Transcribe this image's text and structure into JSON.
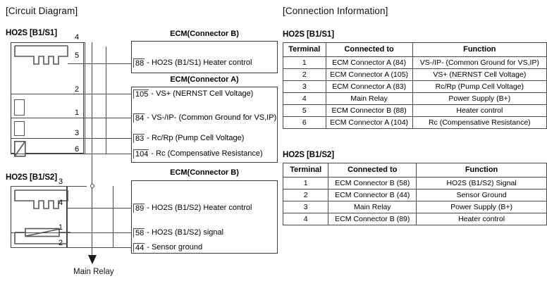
{
  "sections": {
    "circuit_title": "[Circuit Diagram]",
    "connection_title": "[Connection Information]"
  },
  "circuit": {
    "sensor_s1": {
      "label": "HO2S [B1/S1]",
      "pins": [
        "4",
        "5",
        "2",
        "1",
        "3",
        "6"
      ],
      "symbols": [
        "heater-coil",
        "cell-rect",
        "cell-rect",
        "resistor-diagonal"
      ]
    },
    "sensor_s2": {
      "label": "HO2S [B1/S2]",
      "pins": [
        "3",
        "4",
        "1",
        "2"
      ],
      "symbols": [
        "heater-coil",
        "resistor-diagonal"
      ]
    },
    "ecm_boxes": [
      {
        "title": "ECM(Connector B)",
        "terminals": [
          {
            "num": "88",
            "text": "- HO2S (B1/S1) Heater control"
          }
        ]
      },
      {
        "title": "ECM(Connector A)",
        "terminals": [
          {
            "num": "105",
            "text": "- VS+ (NERNST Cell Voltage)"
          },
          {
            "num": "84",
            "text": "- VS-/IP- (Common Ground for VS,IP)"
          },
          {
            "num": "83",
            "text": "- Rc/Rp (Pump Cell Voltage)"
          },
          {
            "num": "104",
            "text": "- Rc (Compensative Resistance)"
          }
        ]
      },
      {
        "title": "ECM(Connector B)",
        "terminals": [
          {
            "num": "89",
            "text": "- HO2S (B1/S2) Heater control"
          },
          {
            "num": "58",
            "text": "- HO2S (B1/S2) signal"
          },
          {
            "num": "44",
            "text": "- Sensor ground"
          }
        ]
      }
    ],
    "main_relay_label": "Main Relay"
  },
  "tables": [
    {
      "caption": "HO2S [B1/S1]",
      "headers": [
        "Terminal",
        "Connected to",
        "Function"
      ],
      "rows": [
        [
          "1",
          "ECM Connector A (84)",
          "VS-/IP- (Common Ground for VS,IP)"
        ],
        [
          "2",
          "ECM Connector A (105)",
          "VS+ (NERNST Cell Voltage)"
        ],
        [
          "3",
          "ECM Connector A (83)",
          "Rc/Rp (Pump Cell Voltage)"
        ],
        [
          "4",
          "Main Relay",
          "Power Supply (B+)"
        ],
        [
          "5",
          "ECM Connector B (88)",
          "Heater control"
        ],
        [
          "6",
          "ECM Connector A (104)",
          "Rc (Compensative Resistance)"
        ]
      ]
    },
    {
      "caption": "HO2S [B1/S2]",
      "headers": [
        "Terminal",
        "Connected to",
        "Function"
      ],
      "rows": [
        [
          "1",
          "ECM Connector B (58)",
          "HO2S (B1/S2) Signal"
        ],
        [
          "2",
          "ECM Connector B (44)",
          "Sensor Ground"
        ],
        [
          "3",
          "Main Relay",
          "Power Supply (B+)"
        ],
        [
          "4",
          "ECM Connector B (89)",
          "Heater control"
        ]
      ]
    }
  ],
  "colors": {
    "line": "#4a4a4a",
    "text": "#000000",
    "background": "#ffffff"
  }
}
